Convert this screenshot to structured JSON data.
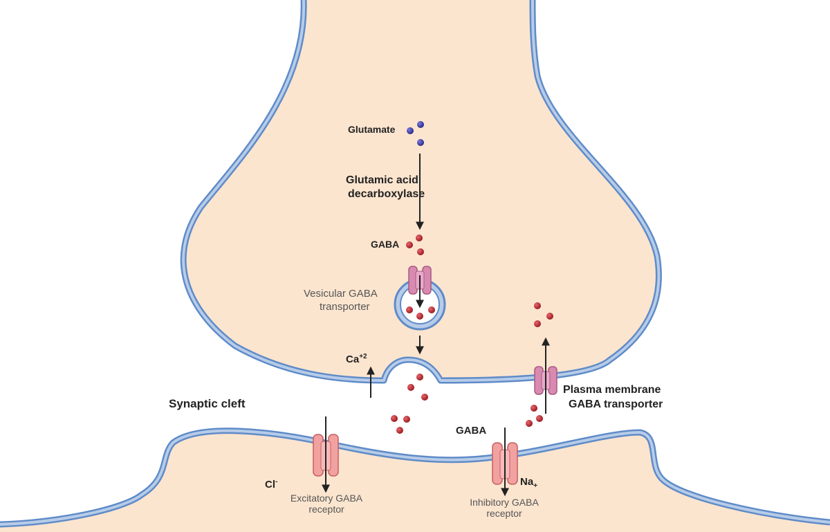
{
  "labels": {
    "glutamate": "Glutamate",
    "enzyme_line1": "Glutamic acid",
    "enzyme_line2": "decarboxylase",
    "gaba_top": "GABA",
    "vesicular_line1": "Vesicular GABA",
    "vesicular_line2": "transporter",
    "calcium": "Ca",
    "calcium_charge": "+2",
    "synaptic_cleft": "Synaptic cleft",
    "plasma_line1": "Plasma membrane",
    "plasma_line2": "GABA transporter",
    "gaba_post": "GABA",
    "chloride": "Cl",
    "chloride_charge": "-",
    "excitatory_line1": "Excitatory GABA",
    "excitatory_line2": "receptor",
    "sodium": "Na",
    "sodium_charge": "+",
    "inhibitory_line1": "Inhibitory GABA",
    "inhibitory_line2": "receptor"
  },
  "colors": {
    "cytoplasm": "#fbe5cf",
    "membrane_outer": "#5f8bc8",
    "membrane_inner": "#b7cce8",
    "glutamate_molecule": "#3a3a9c",
    "gaba_molecule": "#b3242b",
    "vesicular_transporter": "#d98ab0",
    "receptor_channel": "#f2a1a1",
    "arrow": "#222222"
  }
}
